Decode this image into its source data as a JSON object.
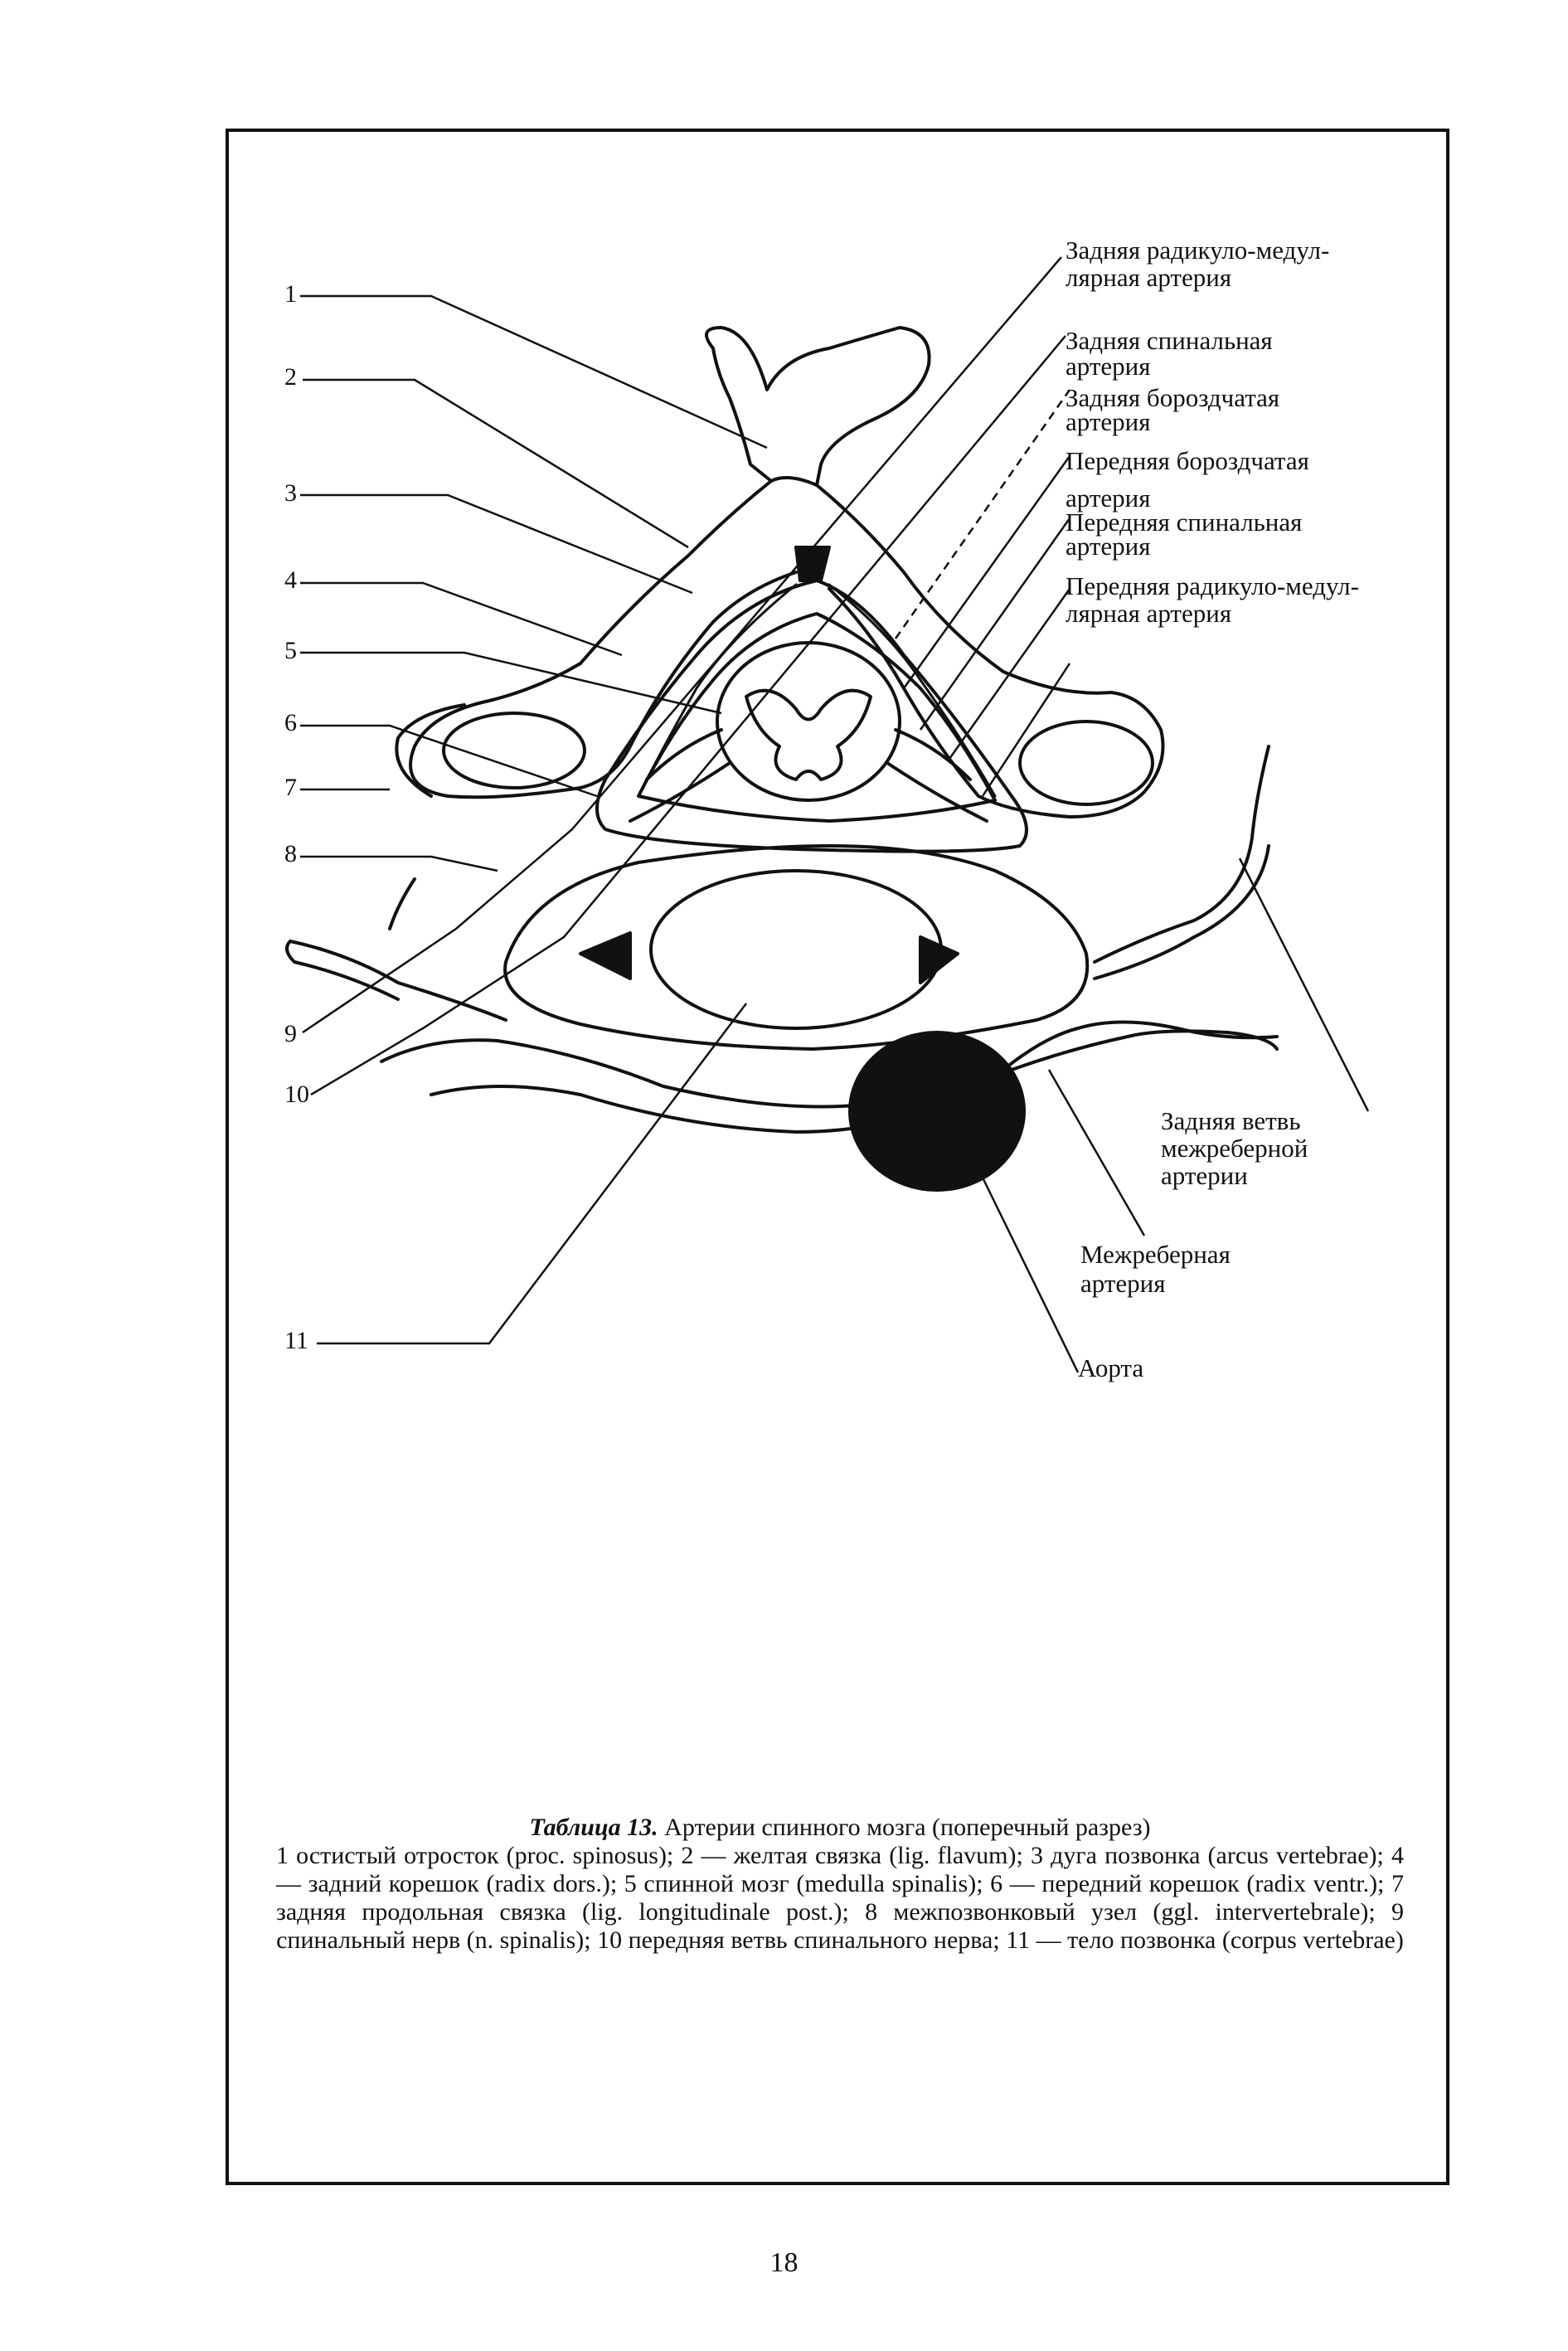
{
  "numbers": [
    "1",
    "2",
    "3",
    "4",
    "5",
    "6",
    "7",
    "8",
    "9",
    "10",
    "11"
  ],
  "right_labels": [
    "Задняя радикуло-медул-\nлярная артерия",
    "Задняя спинальная\nартерия",
    "Задняя бороздчатая\nартерия",
    "Передняя бороздчатая\nартерия",
    "Передняя спинальная\nартерия",
    "Передняя радикуло-медул-\nлярная артерия"
  ],
  "bottom_labels": {
    "posterior_branch": "Задняя ветвь\nмежреберной\nартерии",
    "intercostal": "Межреберная\nартерия",
    "aorta": "Аорта"
  },
  "caption": {
    "title": "Таблица 13.",
    "heading": "Артерии спинного мозга (поперечный разрез)",
    "body": "1 остистый отросток (proc. spinosus); 2 — желтая связка (lig. flavum); 3 дуга позвонка (arcus vertebrae); 4 — задний корешок (radix dors.); 5 спинной мозг (medulla spinalis); 6 — передний корешок (radix ventr.); 7 задняя продольная связка (lig. longitudinale post.); 8 межпозвонковый узел (ggl. intervertebrale); 9 спинальный нерв (n. spinalis); 10 передняя ветвь спинального нерва; 11 — тело позвонка (corpus vertebrae)"
  },
  "page_number": "18"
}
